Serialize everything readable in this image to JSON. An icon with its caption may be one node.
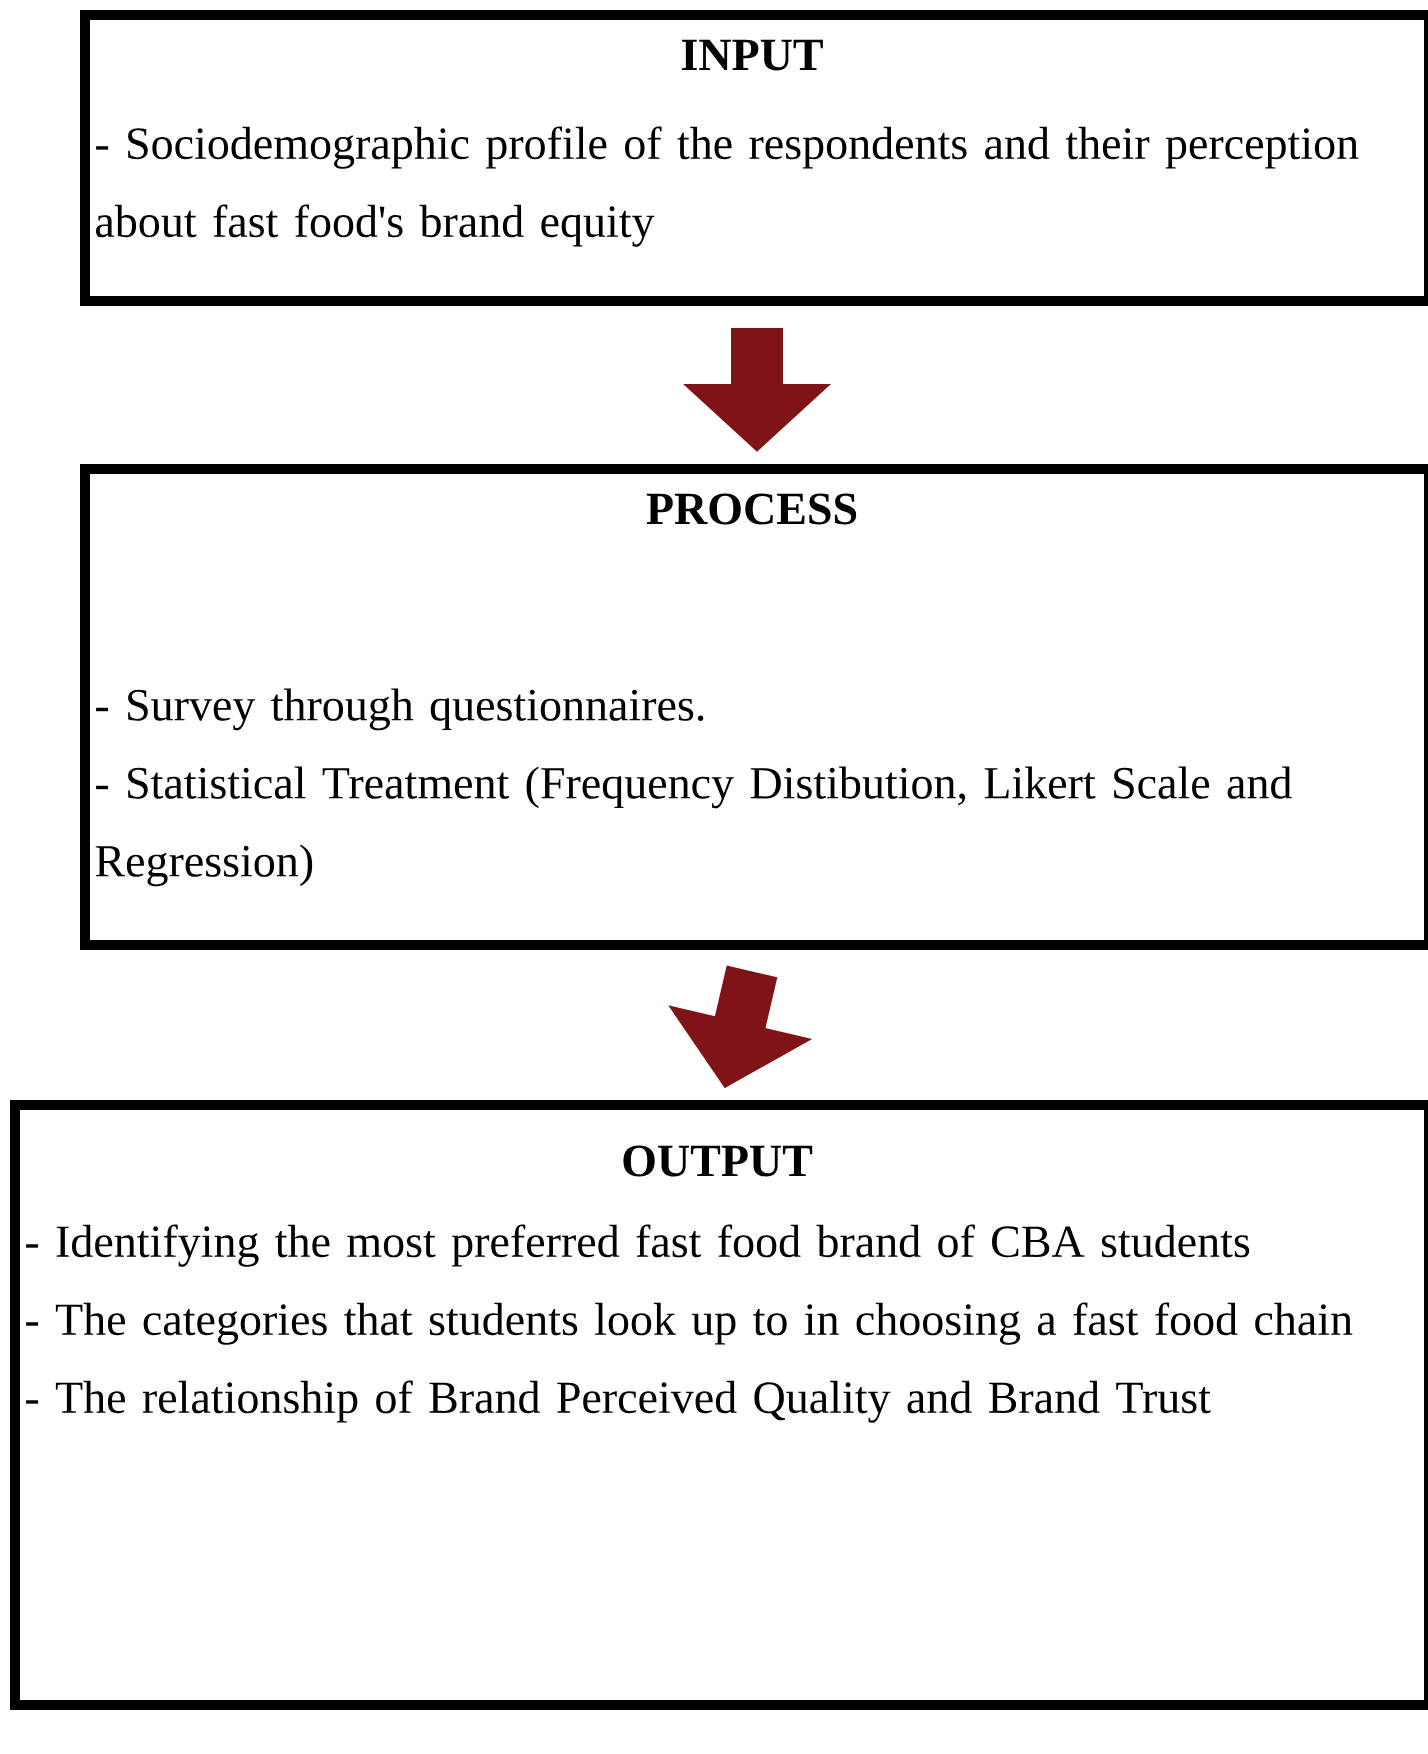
{
  "diagram": {
    "nodes": [
      {
        "text": [
          "INPUT",
          "- Sociodemographic profile of the respondents and their perception about fast food's brand equity"
        ]
      },
      {
        "text": [
          "PROCESS",
          "- Survey through questionnaires.",
          "- Statistical Treatment (Frequency Distibution, Likert Scale and Regression)"
        ]
      },
      {
        "text": [
          "OUTPUT",
          "- Identifying the most preferred fast food brand of CBA students",
          "- The categories that students look up to in choosing a fast food chain",
          "- The relationship of Brand Perceived Quality and Brand Trust"
        ]
      }
    ],
    "edges": [
      {
        "from": 0,
        "to": 1,
        "arrow": "to"
      },
      {
        "from": 1,
        "to": 2,
        "arrow": "to"
      }
    ]
  }
}
